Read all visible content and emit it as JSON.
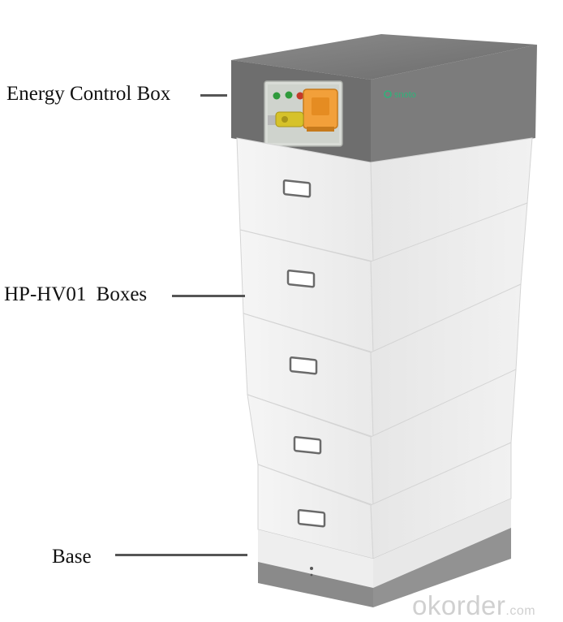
{
  "labels": {
    "control_box": "Energy Control Box",
    "boxes": "HP-HV01 Boxes",
    "base": "Base"
  },
  "product_logo": "snoto",
  "watermark": {
    "main": "okorder",
    "suffix": ".com"
  },
  "colors": {
    "cabinet_white": "#ededed",
    "cabinet_side": "#e2e2e2",
    "control_box_grey": "#767676",
    "base_grey": "#8a8a8a",
    "breaker_orange": "#f2a03a",
    "connector_yellow": "#d6c22a",
    "led_green": "#2f9a3c",
    "led_red": "#c43a2a",
    "logo_green": "#2eb37a"
  }
}
